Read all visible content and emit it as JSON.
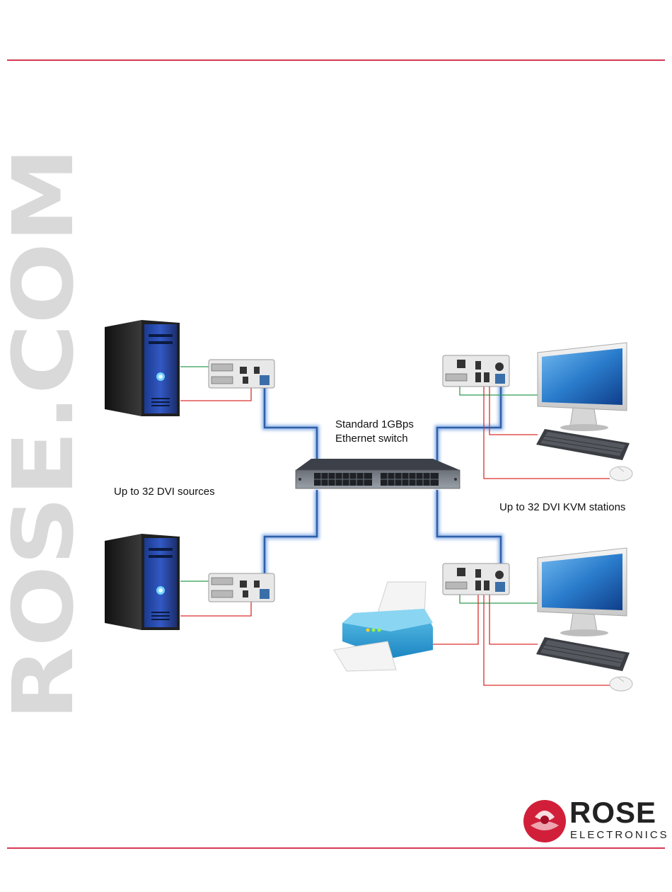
{
  "watermark": {
    "text": "ROSE.COM"
  },
  "labels": {
    "switch_line1": "Standard 1GBps",
    "switch_line2": "Ethernet switch",
    "sources": "Up to 32 DVI sources",
    "stations": "Up to 32 DVI KVM stations"
  },
  "logo": {
    "brand": "ROSE",
    "sub": "ELECTRONICS"
  },
  "colors": {
    "rule": "#d63a55",
    "network_cable": "#2f5fa8",
    "usb_cable": "#d9302c",
    "video_cable": "#2e9e52",
    "watermark": "#d9d9d9"
  }
}
